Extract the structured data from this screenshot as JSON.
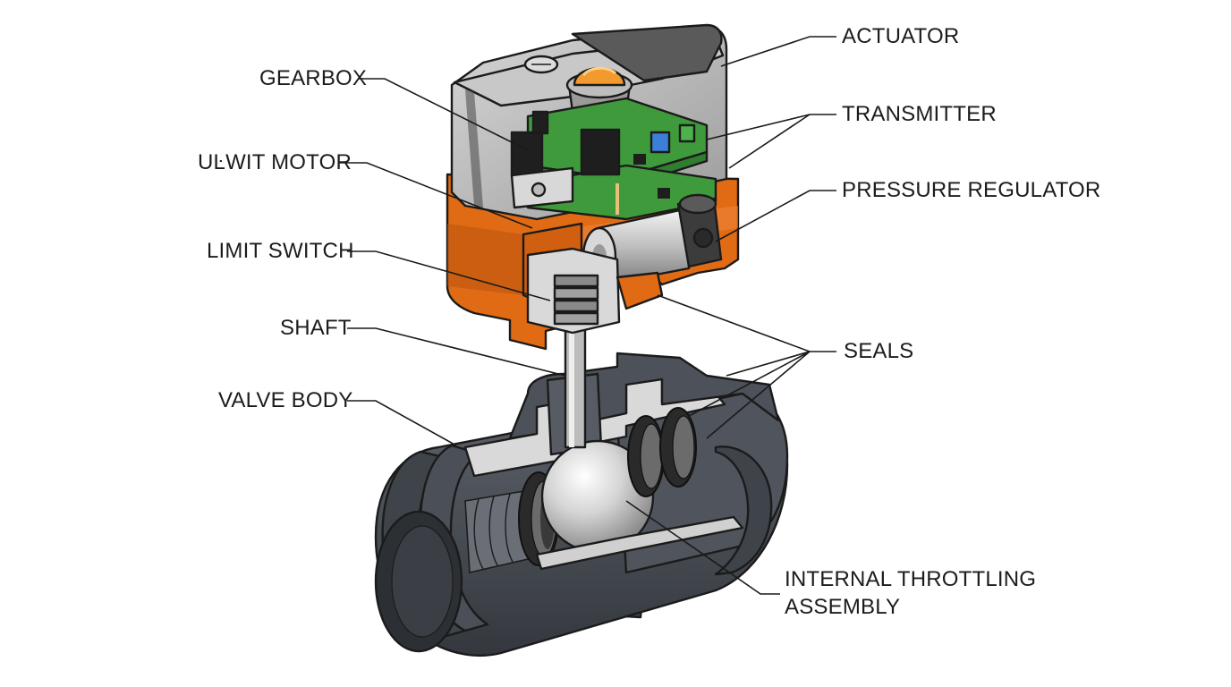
{
  "labels": {
    "actuator": "ACTUATOR",
    "gearbox": "GEARBOX",
    "transmitter": "TRANSMITTER",
    "unit_motor": "UĿWIT MOTOR",
    "pressure_regulator": "PRESSURE REGULATOR",
    "limit_switch": "LIMIT SWITCH",
    "shaft": "SHAFT",
    "seals": "SEALS",
    "valve_body": "VALVE BODY",
    "throttling_assembly_line1": "INTERNAL THROTTLING",
    "throttling_assembly_line2": "ASSEMBLY"
  },
  "colors": {
    "actuator_cover": "#b9b9b9",
    "actuator_housing": "#e06b14",
    "circuit_board": "#3f9a3c",
    "indicator_dome": "#f29a2e",
    "motor_metal": "#c9c9c9",
    "valve_body": "#4b5058",
    "ball": "#dcdcdc",
    "seal": "#2a2a2a"
  }
}
